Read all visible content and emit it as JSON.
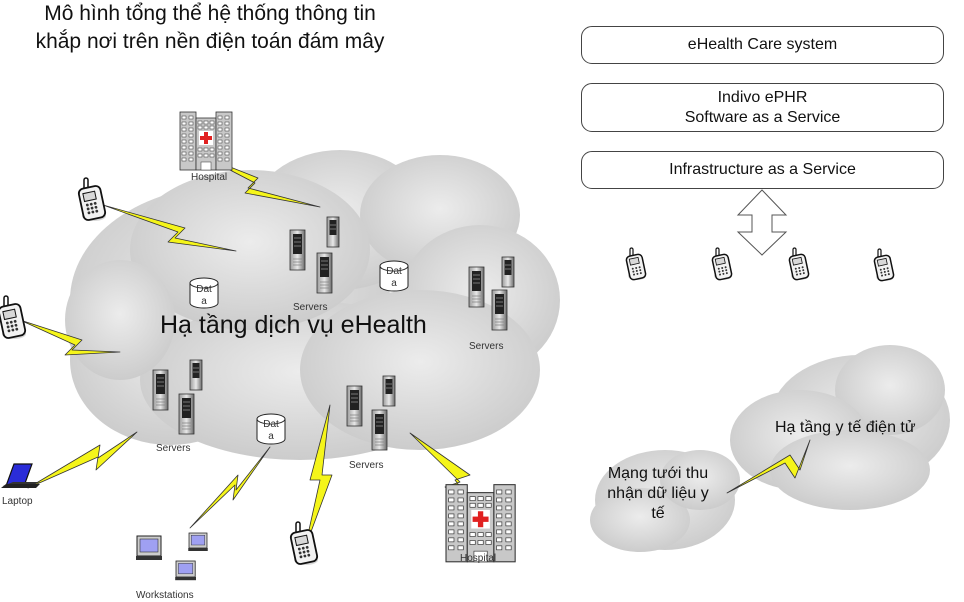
{
  "title": {
    "line1": "Mô hình tổng thể hệ thống thông tin",
    "line2": "khắp nơi trên nền điện toán đám mây"
  },
  "main_cloud": {
    "label": "Hạ tầng dịch vụ eHealth"
  },
  "nodes": {
    "hospital_top": "Hospital",
    "hospital_bottom": "Hospital",
    "servers_top": "Servers",
    "servers_right": "Servers",
    "servers_left": "Servers",
    "servers_bottom": "Servers",
    "laptop": "Laptop",
    "workstations": "Workstations",
    "data_1": {
      "line1": "Dat",
      "line2": "a"
    },
    "data_2": {
      "line1": "Dat",
      "line2": "a"
    },
    "data_3": {
      "line1": "Dat",
      "line2": "a"
    }
  },
  "icons": {
    "phones_left": [
      "mobile-phone-icon",
      "mobile-phone-icon",
      "mobile-phone-icon"
    ],
    "phones_row": [
      "mobile-phone-icon",
      "mobile-phone-icon",
      "mobile-phone-icon",
      "mobile-phone-icon"
    ],
    "links": "lightning-link-icon",
    "arrow": "double-arrow-icon"
  },
  "layers": [
    {
      "line1": "eHealth Care system",
      "line2": ""
    },
    {
      "line1": "Indivo ePHR",
      "line2": "Software as a Service"
    },
    {
      "line1": "Infrastructure as a Service",
      "line2": ""
    }
  ],
  "right_clouds": {
    "big": "Hạ tầng y tế điện tử",
    "small_line1": "Mạng tưới thu",
    "small_line2": "nhận dữ liệu y",
    "small_line3": "tế"
  },
  "colors": {
    "lightning": "#f5f51a",
    "cloud": "#d9d9d9",
    "cross": "#e02020",
    "screen": "#8a8cf0"
  }
}
